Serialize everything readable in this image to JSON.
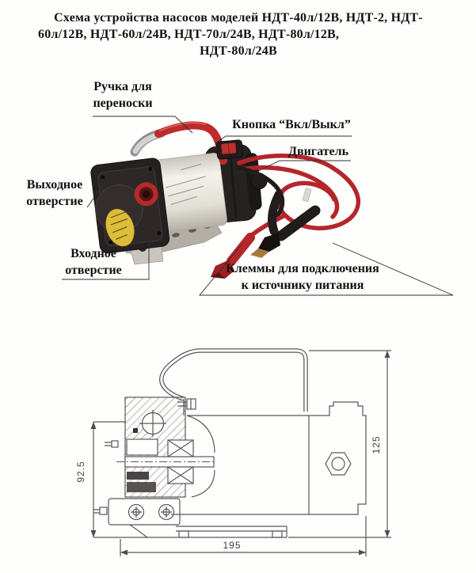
{
  "title": {
    "lines": [
      "Схема устройства насосов моделей НДТ-40л/12В, НДТ-2, НДТ-",
      "60л/12В, НДТ-60л/24В, НДТ-70л/24В, НДТ-80л/12В,",
      "НДТ-80л/24В"
    ]
  },
  "photo_labels": {
    "handle": {
      "line1": "Ручка для",
      "line2": "переноски"
    },
    "power_switch": "Кнопка “Вкл/Выкл”",
    "motor": "Двигатель",
    "outlet": {
      "line1": "Выходное",
      "line2": "отверстие"
    },
    "inlet": {
      "line1": "Входное",
      "line2": "отверстие"
    },
    "terminals": {
      "line1": "Клеммы для подключения",
      "line2": "к источнику питания"
    }
  },
  "drawing": {
    "dim_side_height": "92.5",
    "dim_total_height": "125",
    "dim_length": "195"
  },
  "colors": {
    "handle_red": "#bd2b2d",
    "switch_red": "#bf2f2c",
    "port_red": "#b42a28",
    "wire_red": "#b5262b",
    "body_black": "#262121",
    "sticker_yellow": "#ddbc39",
    "bracket_metal": "#b3aea6",
    "drawing_line": "#585858",
    "leader_line": "#2f2f2f",
    "text": "#111111"
  }
}
